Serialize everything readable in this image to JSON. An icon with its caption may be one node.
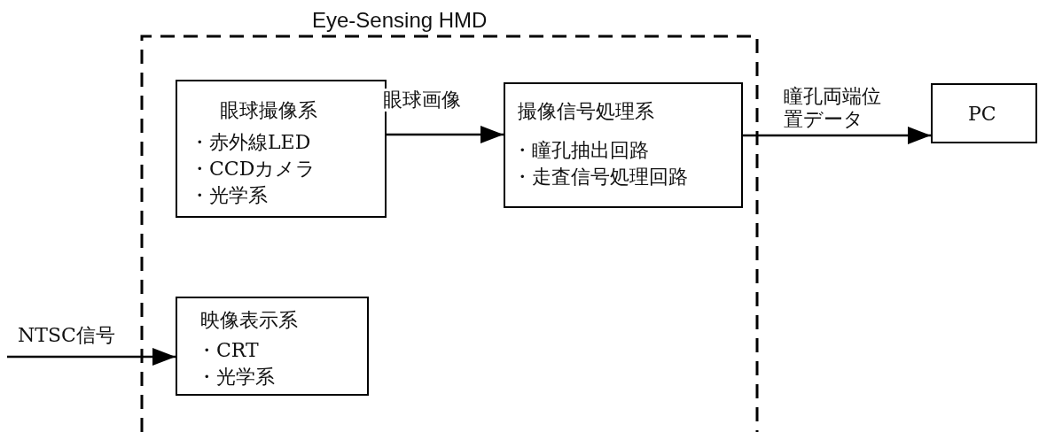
{
  "diagram": {
    "nodes": [
      {
        "text": [
          "Eye-Sensing HMD"
        ]
      },
      {
        "text": [
          "眼球撮像系",
          "・赤外線LED",
          "・CCDカメラ",
          "・光学系"
        ],
        "in": 0
      },
      {
        "text": [
          "撮像信号処理系",
          "・瞳孔抽出回路",
          "・走査信号処理回路"
        ],
        "in": 0
      },
      {
        "text": [
          "PC"
        ]
      },
      {
        "text": [
          "映像表示系",
          "・CRT",
          "・光学系"
        ],
        "in": 0
      }
    ],
    "edges": [
      {
        "from": 1,
        "to": 2,
        "arrow": "to",
        "label": "眼球画像"
      },
      {
        "from": 2,
        "to": 3,
        "arrow": "to",
        "label": "瞳孔両端位置データ"
      },
      {
        "from": null,
        "to": 4,
        "arrow": "to",
        "label": "NTSC信号"
      }
    ]
  }
}
